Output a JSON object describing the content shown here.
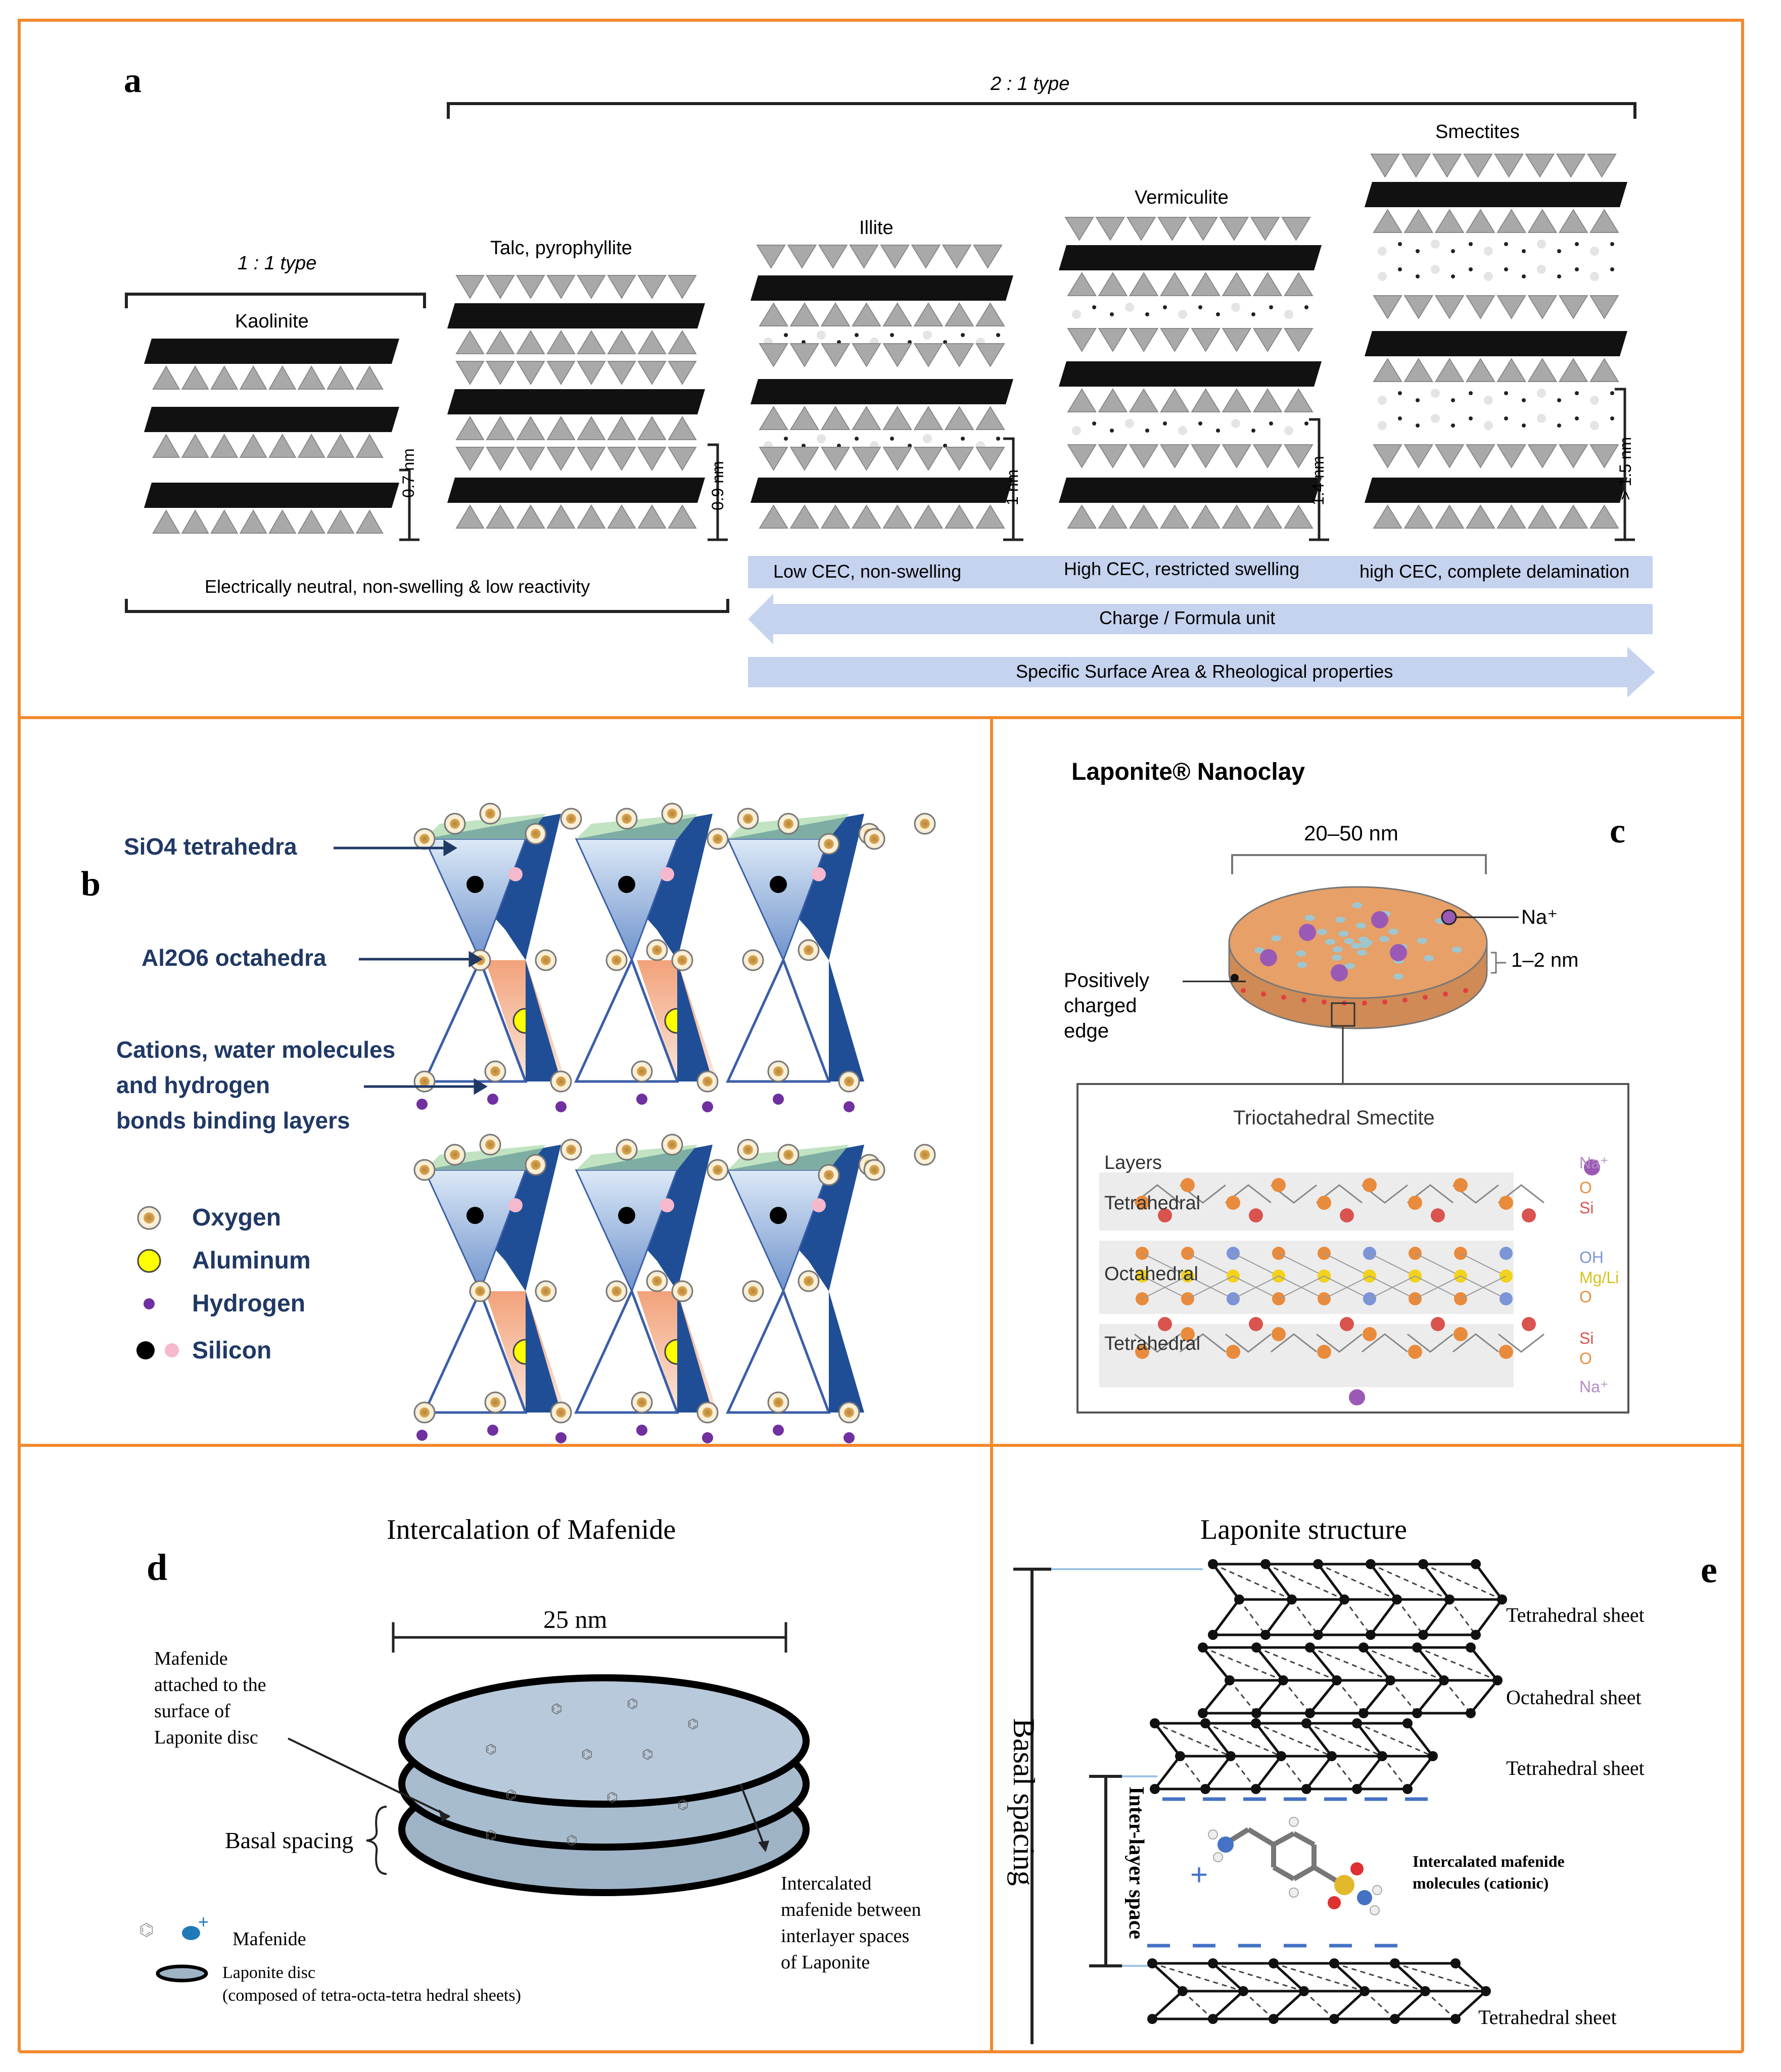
{
  "panel_a": {
    "letter": "a",
    "type_21": "2 : 1 type",
    "type_11": "1 : 1 type",
    "kaolinite": "Kaolinite",
    "talc": "Talc, pyrophyllite",
    "illite": "Illite",
    "vermiculite": "Vermiculite",
    "smectites": "Smectites",
    "d_kaolinite": "0.7 nm",
    "d_talc": "0.9 nm",
    "d_illite": "1 nm",
    "d_vermiculite": "1.4 nm",
    "d_smectites": "> 1.5 nm",
    "neutral_label": "Electrically neutral, non-swelling & low reactivity",
    "bar_low": "Low CEC, non-swelling",
    "bar_high": "High CEC, restricted swelling",
    "bar_complete": "high CEC, complete delamination",
    "arrow_charge": "Charge / Formula unit",
    "arrow_surface": "Specific Surface Area & Rheological properties"
  },
  "panel_b": {
    "letter": "b",
    "label_tetra": "SiO4 tetrahedra",
    "label_octa": "Al2O6 octahedra",
    "label_cations_1": "Cations, water molecules",
    "label_cations_2": "and hydrogen",
    "label_cations_3": "bonds binding layers",
    "legend_oxygen": "Oxygen",
    "legend_aluminum": "Aluminum",
    "legend_hydrogen": "Hydrogen",
    "legend_silicon": "Silicon"
  },
  "panel_c": {
    "letter": "c",
    "title": "Laponite® Nanoclay",
    "diameter": "20–50 nm",
    "thickness": "1–2 nm",
    "na": "Na⁺",
    "edge_1": "Positively",
    "edge_2": "charged",
    "edge_3": "edge",
    "box_title": "Trioctahedral Smectite",
    "layers": "Layers",
    "tetrahedral": "Tetrahedral",
    "octahedral": "Octahedral",
    "r_na": "Na⁺",
    "r_o": "O",
    "r_si": "Si",
    "r_oh": "OH",
    "r_mgli": "Mg/Li"
  },
  "panel_d": {
    "letter": "d",
    "title": "Intercalation of Mafenide",
    "scale": "25 nm",
    "attached_1": "Mafenide",
    "attached_2": "attached to the",
    "attached_3": "surface of",
    "attached_4": "Laponite disc",
    "basal": "Basal spacing",
    "inter_1": "Intercalated",
    "inter_2": "mafenide between",
    "inter_3": "interlayer spaces",
    "inter_4": "of Laponite",
    "legend_mafenide": "Mafenide",
    "legend_disc_1": "Laponite disc",
    "legend_disc_2": "(composed of tetra-octa-tetra hedral sheets)"
  },
  "panel_e": {
    "letter": "e",
    "title": "Laponite structure",
    "basal": "Basal spacing",
    "interlayer": "Inter-layer space",
    "tetra_1": "Tetrahedral sheet",
    "octa": "Octahedral sheet",
    "tetra_2": "Tetrahedral sheet",
    "mol_1": "Intercalated mafenide",
    "mol_2": "molecules (cationic)",
    "tetra_3": "Tetrahedral sheet",
    "plus": "+"
  },
  "colors": {
    "frame": "#f28a2e",
    "sheet": "#111111",
    "tri": "#a9a9a9",
    "bar": "#c5d3ef",
    "blue_text": "#203864",
    "disc": "#e6a068",
    "disc_top": "#a8bccf"
  }
}
